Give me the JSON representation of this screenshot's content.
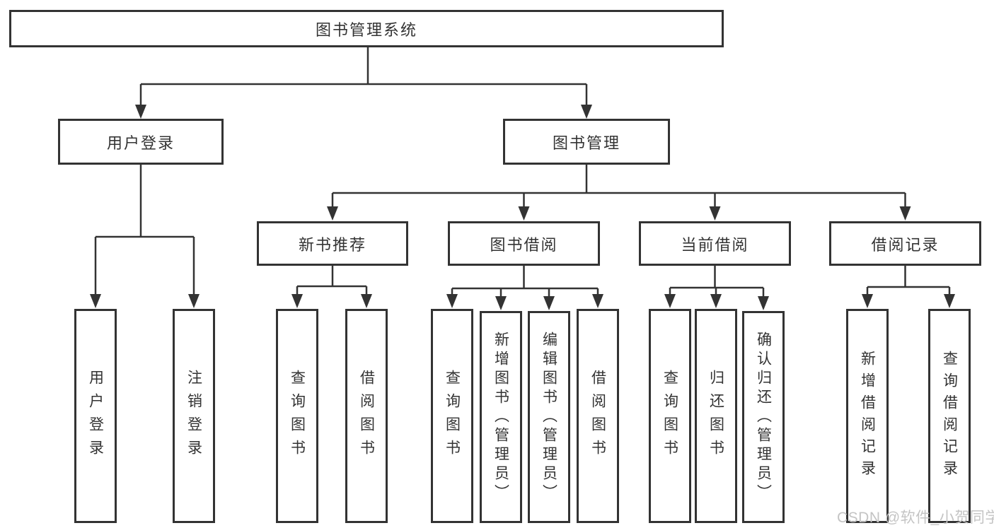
{
  "tree": {
    "root": {
      "label": "图书管理系统"
    },
    "branches": [
      {
        "label": "用户登录",
        "children": [
          {
            "label": "用户登录"
          },
          {
            "label": "注销登录"
          }
        ]
      },
      {
        "label": "图书管理",
        "children": [
          {
            "label": "新书推荐",
            "children": [
              {
                "label": "查询图书"
              },
              {
                "label": "借阅图书"
              }
            ]
          },
          {
            "label": "图书借阅",
            "children": [
              {
                "label": "查询图书"
              },
              {
                "label": "新增图书（管理员）"
              },
              {
                "label": "编辑图书（管理员）"
              },
              {
                "label": "借阅图书"
              }
            ]
          },
          {
            "label": "当前借阅",
            "children": [
              {
                "label": "查询图书"
              },
              {
                "label": "归还图书"
              },
              {
                "label": "确认归还（管理员）"
              }
            ]
          },
          {
            "label": "借阅记录",
            "children": [
              {
                "label": "新增借阅记录"
              },
              {
                "label": "查询借阅记录"
              }
            ]
          }
        ]
      }
    ]
  },
  "watermark": {
    "text": "CSDN @软件_小贺同学"
  },
  "colors": {
    "line": "#333333",
    "text": "#333333",
    "background": "#ffffff",
    "watermark": "#c4c4c4"
  }
}
